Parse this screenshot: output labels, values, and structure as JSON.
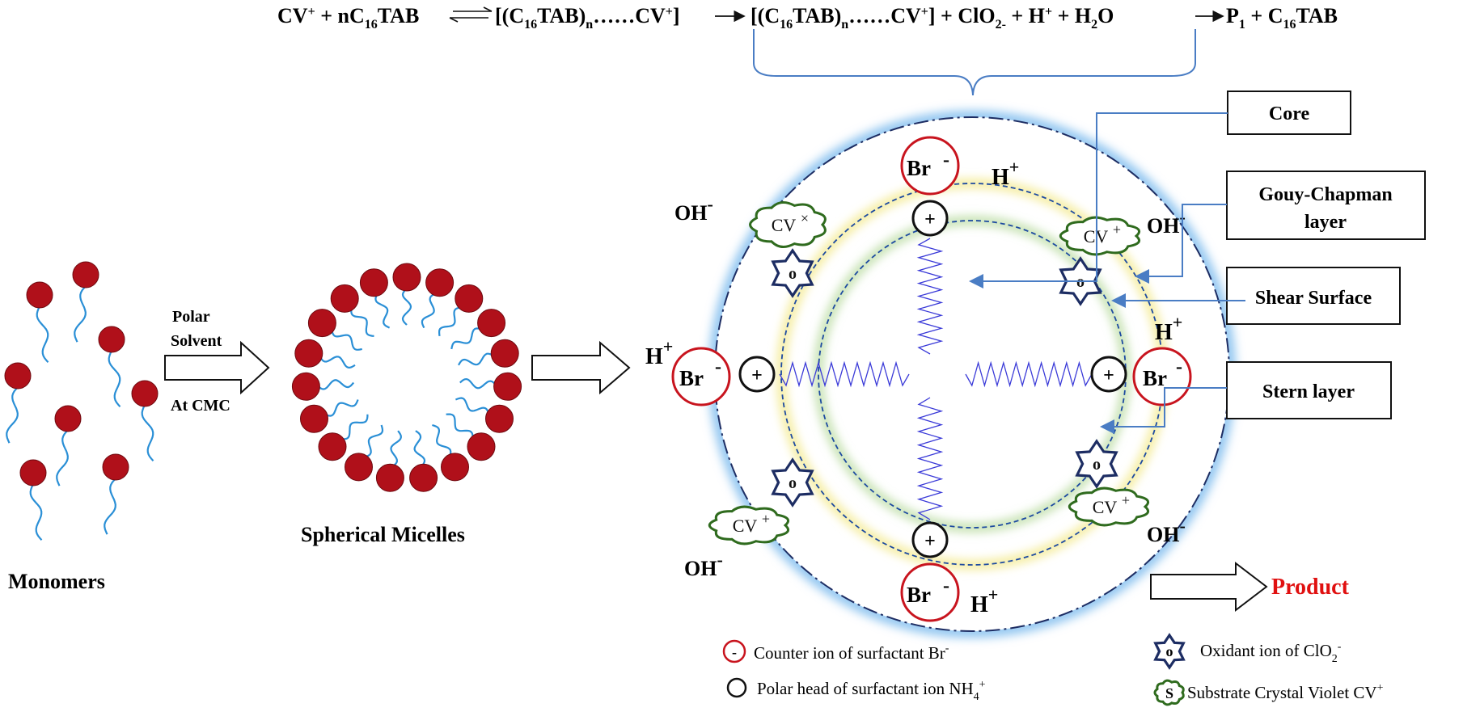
{
  "equation": {
    "t1": "CV",
    "t1_sup": "+",
    "t2": " + nC",
    "t2_sub": "16",
    "t3": "TAB",
    "t4": "[(C",
    "t4_sub": "16",
    "t5": "TAB)",
    "t5_sub": "n",
    "t6": "……CV",
    "t6_sup": "+",
    "t7": "]",
    "t8": "[(C",
    "t8_sub": "16",
    "t9": "TAB)",
    "t9_sub": "n",
    "t10": "……CV",
    "t10_sup": "+",
    "t11": "]  + ClO",
    "t11_sub": "2-",
    "t12": " + H",
    "t12_sup": "+",
    "t13": " + H",
    "t13_sub": "2",
    "t14": "O",
    "t15": "P",
    "t15_sub": "1",
    "t16": "  +    C",
    "t16_sub": "16",
    "t17": "TAB"
  },
  "process": {
    "arrow_top_label": "Polar",
    "arrow_mid_label": "Solvent",
    "arrow_bottom_label": "At CMC",
    "monomers_label": "Monomers",
    "micelles_label": "Spherical Micelles",
    "product_label": "Product"
  },
  "micelle_detail": {
    "br_label": "Br",
    "br_charge": "-",
    "plus_sign": "+",
    "h_label": "H",
    "h_charge": "+",
    "oh_label": "OH",
    "oh_charge": "-",
    "cv_label": "CV",
    "cv_charge": "+",
    "cv_charge_alt": "×",
    "oxidant_symbol": "o"
  },
  "layer_labels": {
    "core": "Core",
    "gouy_line1": "Gouy-Chapman",
    "gouy_line2": "layer",
    "shear": "Shear Surface",
    "stern": "Stern layer"
  },
  "legend": {
    "counter_ion_symbol": "-",
    "counter_ion_text": "Counter ion of surfactant Br",
    "counter_ion_sup": "-",
    "polar_head_text": "Polar head of surfactant ion NH",
    "polar_head_sub": "4",
    "polar_head_sup": "+",
    "oxidant_symbol": "o",
    "oxidant_text": "Oxidant ion of ClO",
    "oxidant_sub": "2",
    "oxidant_sup": "-",
    "substrate_symbol": "S",
    "substrate_text": "Substrate Crystal Violet CV",
    "substrate_sup": "+"
  },
  "colors": {
    "head_red": "#b0101a",
    "tail_blue": "#2a8fd6",
    "ring_red": "#c8141e",
    "outer_glow": "#8ec4f0",
    "yellow_ring": "#f3e98a",
    "green_ring": "#b9dba0",
    "navy": "#1d2d63",
    "leader_blue": "#4a7dc4",
    "zigzag": "#3a3ad8",
    "cloud_green": "#2f6b1e",
    "product_red": "#e01010"
  }
}
